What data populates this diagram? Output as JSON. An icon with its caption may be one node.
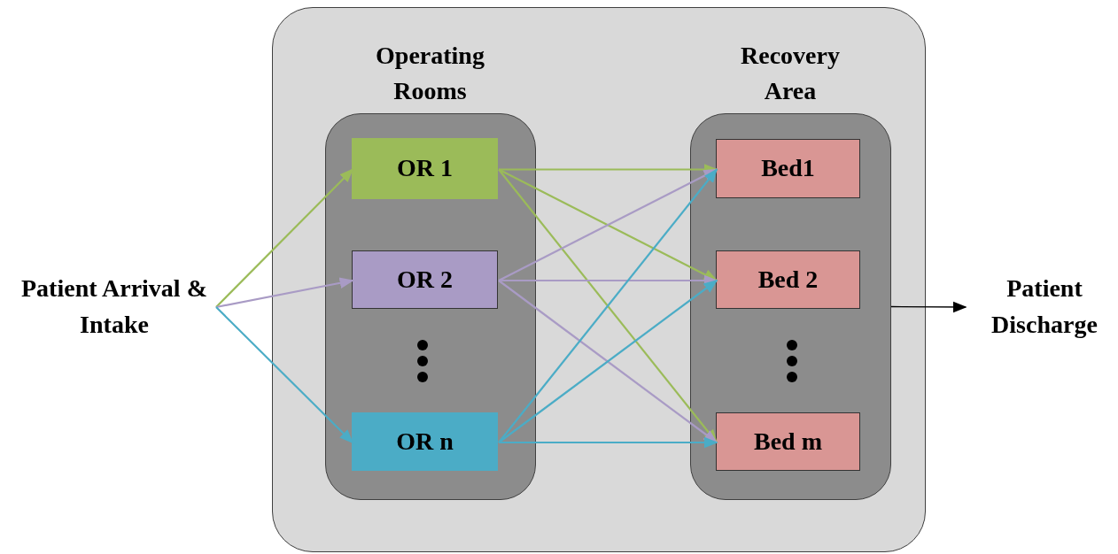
{
  "diagram": {
    "nodes": [
      {
        "text": [
          "Patient Arrival & Intake"
        ]
      },
      {
        "text": [],
        "shape": "box"
      },
      {
        "text": [
          "Operating Rooms"
        ],
        "in": 1
      },
      {
        "text": [
          "OR 1"
        ],
        "in": 2
      },
      {
        "text": [
          "OR 2"
        ],
        "in": 2
      },
      {
        "text": [
          "OR n"
        ],
        "in": 2
      },
      {
        "text": [
          "Recovery Area"
        ],
        "in": 1
      },
      {
        "text": [
          "Bed1"
        ],
        "in": 6
      },
      {
        "text": [
          "Bed 2"
        ],
        "in": 6
      },
      {
        "text": [
          "Bed m"
        ],
        "in": 6
      },
      {
        "text": [
          "Patient Discharge"
        ]
      }
    ],
    "edges": [
      {
        "from": 0,
        "to": 3,
        "arrow": "to",
        "color": "#9bbb59"
      },
      {
        "from": 0,
        "to": 4,
        "arrow": "to",
        "color": "#a99bc5"
      },
      {
        "from": 0,
        "to": 5,
        "arrow": "to",
        "color": "#4bacc6"
      },
      {
        "from": 3,
        "to": 7,
        "arrow": "to",
        "color": "#9bbb59"
      },
      {
        "from": 3,
        "to": 8,
        "arrow": "to",
        "color": "#9bbb59"
      },
      {
        "from": 3,
        "to": 9,
        "arrow": "to",
        "color": "#9bbb59"
      },
      {
        "from": 4,
        "to": 7,
        "arrow": "to",
        "color": "#a99bc5"
      },
      {
        "from": 4,
        "to": 8,
        "arrow": "to",
        "color": "#a99bc5"
      },
      {
        "from": 4,
        "to": 9,
        "arrow": "to",
        "color": "#a99bc5"
      },
      {
        "from": 5,
        "to": 7,
        "arrow": "to",
        "color": "#4bacc6"
      },
      {
        "from": 5,
        "to": 8,
        "arrow": "to",
        "color": "#4bacc6"
      },
      {
        "from": 5,
        "to": 9,
        "arrow": "to",
        "color": "#4bacc6"
      },
      {
        "from": 6,
        "to": 10,
        "arrow": "to",
        "color": "#000000"
      }
    ]
  }
}
